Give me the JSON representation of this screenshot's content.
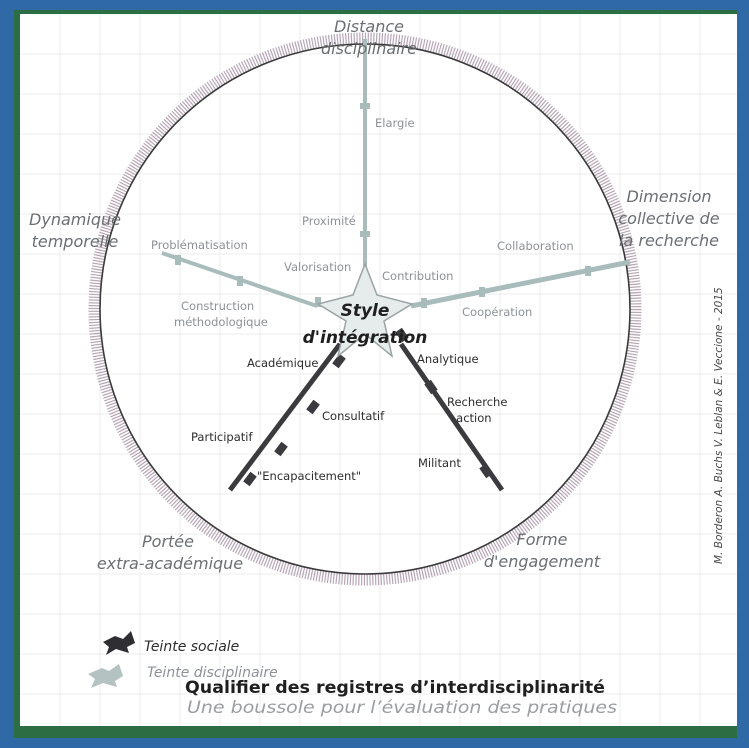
{
  "colors": {
    "page_bg": "#2f6aa6",
    "frame": "#2c6d44",
    "card_bg": "#ffffff",
    "grid": "#ececec",
    "ring_hatch": "#b7a6b6",
    "disciplinary_axis": "#a9bcbc",
    "social_axis": "#3b3b3f",
    "text_light": "#8e9296",
    "text_dark": "#2d2d2d"
  },
  "center": {
    "line1": "Style",
    "line2": "d'intégration"
  },
  "axes": {
    "distance": {
      "name_line1": "Distance",
      "name_line2": "disciplinaire",
      "ticks": [
        "Elargie",
        "Proximité",
        "Contribution"
      ]
    },
    "collective": {
      "name_line1": "Dimension",
      "name_line2": "collective de",
      "name_line3": "la recherche",
      "ticks": [
        "Collaboration",
        "Coopération"
      ]
    },
    "temporal": {
      "name_line1": "Dynamique",
      "name_line2": "temporelle",
      "ticks": [
        "Problématisation",
        "Valorisation",
        "Construction",
        "méthodologique"
      ]
    },
    "reach": {
      "name_line1": "Portée",
      "name_line2": "extra-académique",
      "ticks": [
        "Académique",
        "Consultatif",
        "Participatif",
        "\"Encapacitement\""
      ]
    },
    "engagement": {
      "name_line1": "Forme",
      "name_line2": "d'engagement",
      "ticks": [
        "Analytique",
        "Recherche",
        "-action",
        "Militant"
      ]
    }
  },
  "legend": {
    "social_label": "Teinte sociale",
    "social_icon": "social-tint-icon",
    "disciplinary_label": "Teinte disciplinaire",
    "disciplinary_icon": "disciplinary-tint-icon"
  },
  "footer": {
    "title": "Qualifier des registres d’interdisciplinarité",
    "subtitle": "Une boussole pour l’évaluation des pratiques"
  },
  "credit": "M. Borderon A. Buchs V. Leblan & E. Veccione - 2015"
}
